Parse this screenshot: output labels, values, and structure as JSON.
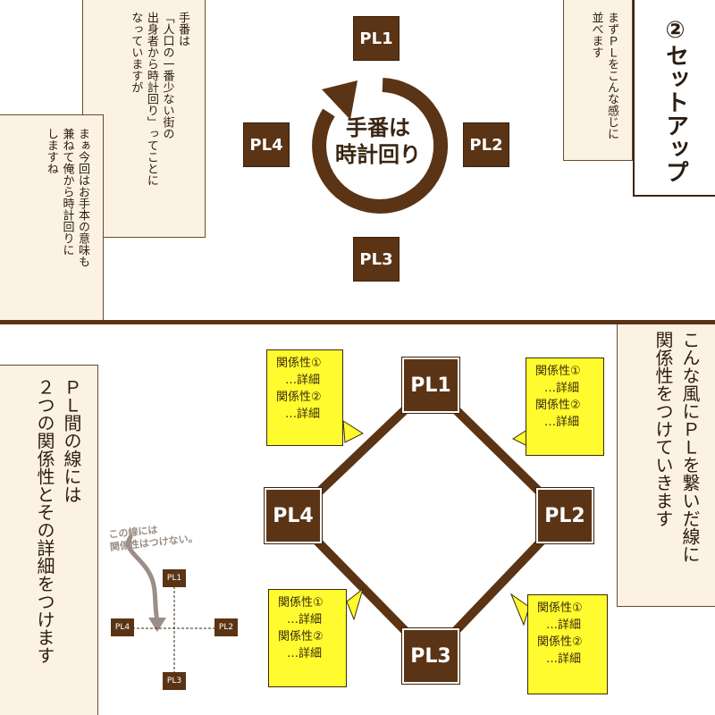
{
  "top": {
    "title": "②セットアップ",
    "note_setup": "まずＰＬをこんな感じに\n並べます",
    "note_order": "手番は\n「人口の一番少ない街の\n出身者から時計回り」ってことに\nなっていますが",
    "note_demo": "まぁ今回はお手本の意味も\n兼ねて俺から時計回りに\nしますね",
    "circle_label_1": "手番は",
    "circle_label_2": "時計回り",
    "players": [
      "PL1",
      "PL2",
      "PL3",
      "PL4"
    ]
  },
  "bottom": {
    "note_connect": "こんな風にＰＬを繋いだ線に\n関係性をつけていきます",
    "note_lines": "ＰＬ間の線には\n２つの関係性とその詳細をつけます",
    "players": [
      "PL1",
      "PL2",
      "PL3",
      "PL4"
    ],
    "sticky_lines": [
      "関係性①",
      "…詳細",
      "関係性②",
      "…詳細"
    ],
    "mini_note": "この線には\n関係性はつけない。",
    "mini_players": [
      "PL1",
      "PL2",
      "PL3",
      "PL4"
    ]
  },
  "colors": {
    "brown": "#5a3415",
    "paper": "#fcf2e3",
    "sticky": "#fffb2e",
    "mini_arrow": "#9b8e86"
  }
}
